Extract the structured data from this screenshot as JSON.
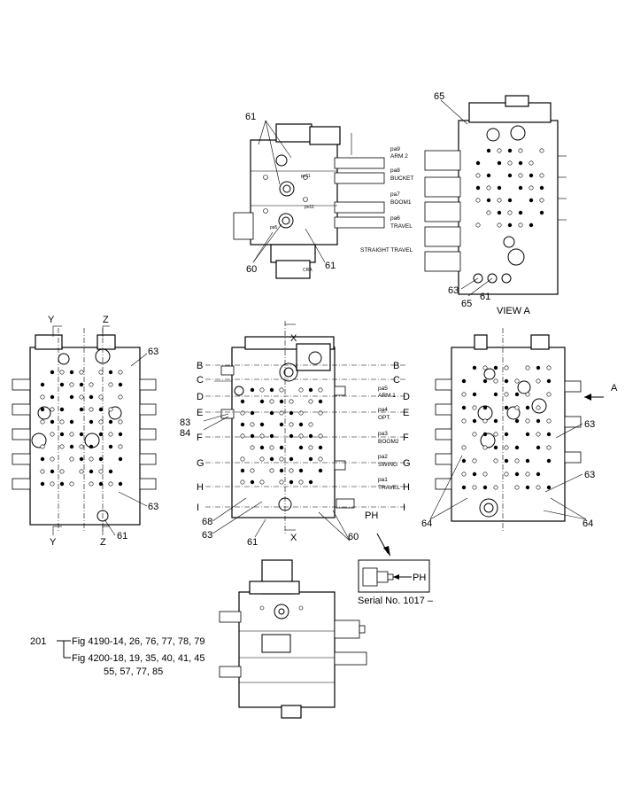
{
  "callouts": {
    "c61_top": "61",
    "c60_top": "60",
    "c61_top_b": "61",
    "c65_a": "65",
    "c65_b": "65",
    "c63_va": "63",
    "c61_va": "61",
    "c63_left_a": "63",
    "c63_left_b": "63",
    "c61_left": "61",
    "c83": "83",
    "c84": "84",
    "c68": "68",
    "c63_mid": "63",
    "c61_mid": "61",
    "c60_mid": "60",
    "c63_right_a": "63",
    "c63_right_b": "63",
    "c64_a": "64",
    "c64_b": "64",
    "c201": "201"
  },
  "ports_view_a": {
    "pa9": "pa9",
    "arm2": "ARM 2",
    "pa8": "pa8",
    "bucket": "BUCKET",
    "pa7": "pa7",
    "boom1": "BOOM1",
    "pa6": "pa6",
    "travel": "TRAVEL",
    "straight_travel": "STRAIGHT TRAVEL"
  },
  "view_title": "VIEW  A",
  "ports_front": {
    "pa5": "pa5",
    "arm1": "ARM 1",
    "pa4": "pa4",
    "opt": "OPT.",
    "pa3": "pa3",
    "boom2": "BOOM2",
    "pa2": "pa2",
    "swing": "SWING",
    "pa1": "pa1",
    "travel": "TRAVEL"
  },
  "section_letters": [
    "B",
    "C",
    "D",
    "E",
    "F",
    "G",
    "H",
    "I"
  ],
  "section_marks": {
    "y": "Y",
    "z": "Z",
    "x": "X"
  },
  "direction_a": "A",
  "ph_label": "PH",
  "ph_label_inset": "PH",
  "serial_note": "Serial No. 1017 –",
  "figure_refs": {
    "line1": "Fig 4190-14, 26, 76, 77, 78, 79",
    "line2": "Fig 4200-18, 19, 35, 40, 41, 45",
    "line3": "55, 57, 77, 85"
  }
}
